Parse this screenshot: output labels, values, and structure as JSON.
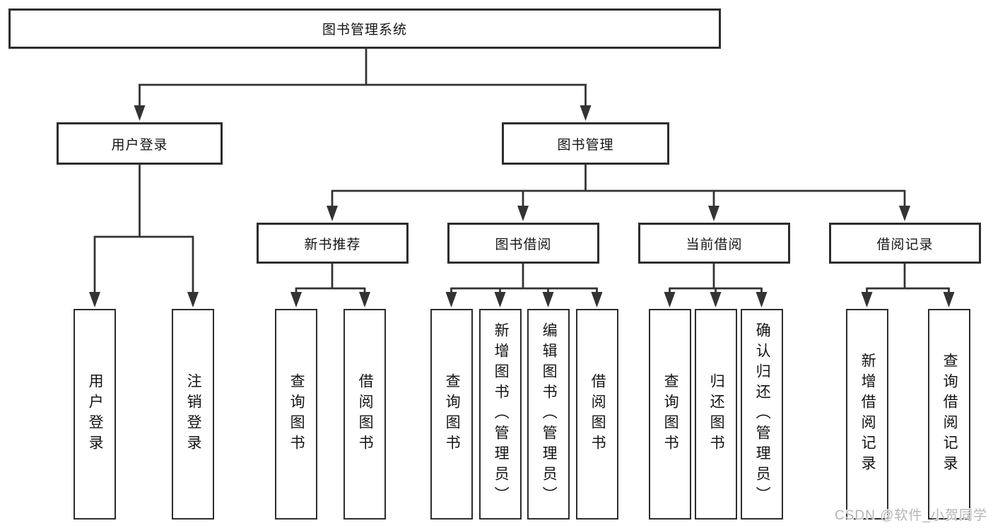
{
  "tree": {
    "root": "图书管理系统",
    "branches": [
      {
        "label": "用户登录",
        "children": [
          "用户登录",
          "注销登录"
        ]
      },
      {
        "label": "图书管理",
        "groups": [
          {
            "label": "新书推荐",
            "children": [
              "查询图书",
              "借阅图书"
            ]
          },
          {
            "label": "图书借阅",
            "children": [
              "查询图书",
              "新增图书（管理员）",
              "编辑图书（管理员）",
              "借阅图书"
            ]
          },
          {
            "label": "当前借阅",
            "children": [
              "查询图书",
              "归还图书",
              "确认归还（管理员）"
            ]
          },
          {
            "label": "借阅记录",
            "children": [
              "新增借阅记录",
              "查询借阅记录"
            ]
          }
        ]
      }
    ]
  },
  "watermark": "CSDN @软件_小贺同学",
  "colors": {
    "line": "#333333",
    "box_border": "#2d2d2d",
    "text": "#141414",
    "watermark": "#b5b5b5",
    "background": "#ffffff"
  }
}
